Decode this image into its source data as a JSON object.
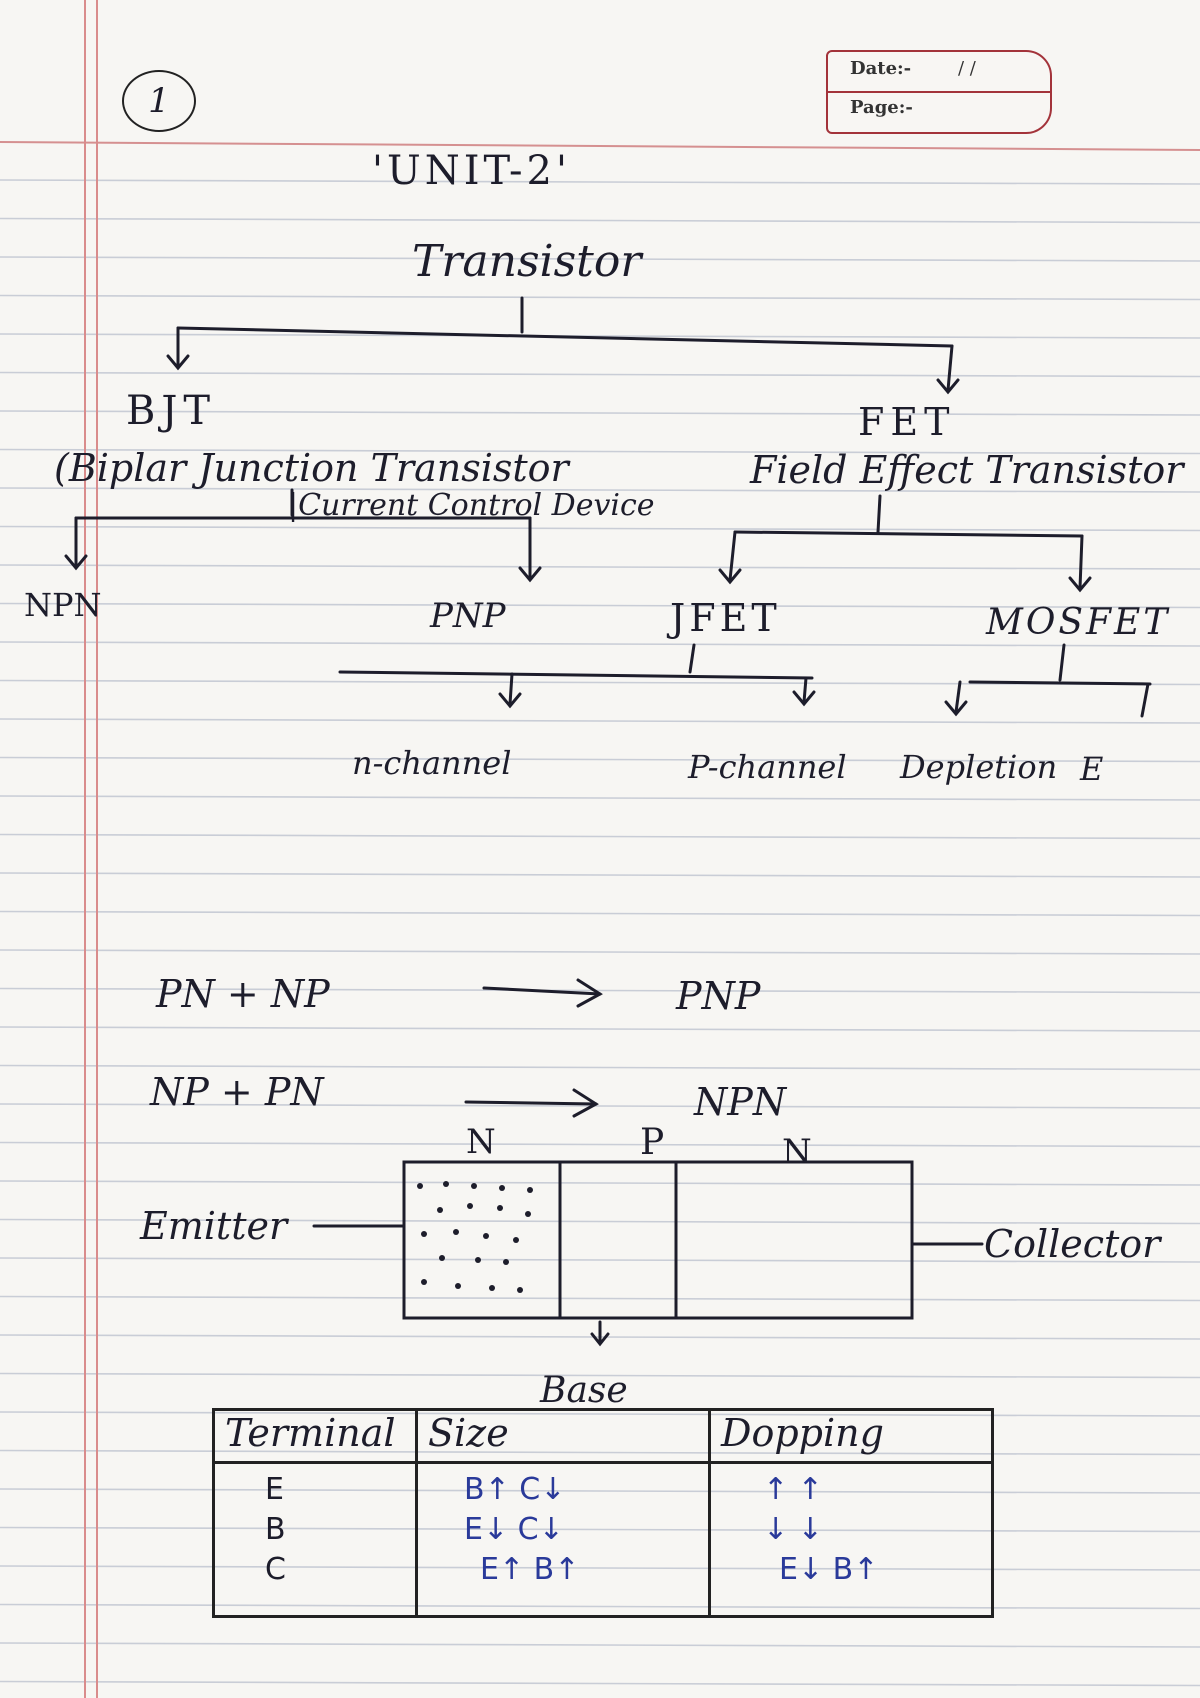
{
  "header": {
    "page_number": "1",
    "date_label": "Date:-",
    "date_value": "/ /",
    "page_label": "Page:-"
  },
  "title": "'UNIT-2'",
  "tree": {
    "root": "Transistor",
    "bjt": {
      "label": "BJT",
      "full_name": "(Biplar Junction Transistor",
      "note": "|Current Control Device",
      "children": [
        "NPN",
        "PNP"
      ]
    },
    "fet": {
      "label": "FET",
      "full_name": "Field Effect Transistor",
      "children": [
        "JFET",
        "MOSFET"
      ],
      "jfet_children": [
        "n-channel",
        "P-channel"
      ],
      "mosfet_children": [
        "Depletion",
        "E"
      ]
    }
  },
  "formation": [
    {
      "left": "PN + NP",
      "right": "PNP"
    },
    {
      "left": "NP + PN",
      "right": "NPN"
    }
  ],
  "diagram": {
    "regions": [
      "N",
      "P",
      "N"
    ],
    "emitter": "Emitter",
    "collector": "Collector",
    "base": "Base"
  },
  "table": {
    "headers": [
      "Terminal",
      "Size",
      "Dopping"
    ],
    "terminals": [
      "E",
      "B",
      "C"
    ],
    "size": [
      "B↑ C↓",
      "E↓ C↓",
      "E↑ B↑"
    ],
    "doping": [
      "↑ ↑",
      "↓ ↓",
      "E↓ B↑"
    ]
  }
}
